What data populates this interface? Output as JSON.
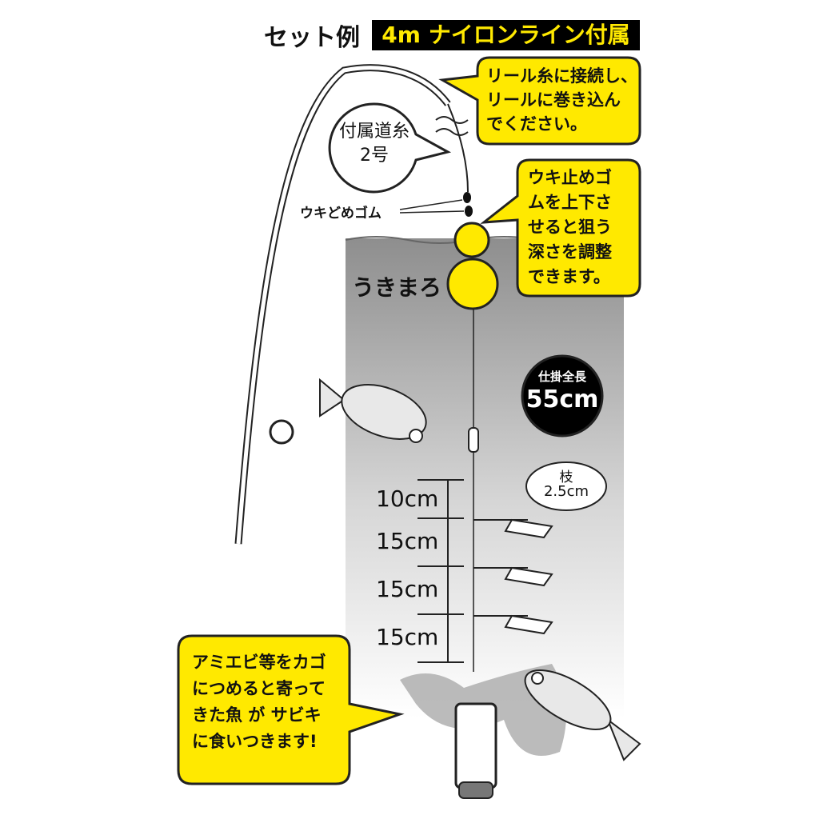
{
  "header": {
    "title": "セット例",
    "banner": "4m ナイロンライン付属"
  },
  "callouts": {
    "reel": "リール糸に接続し、\nリールに巻き込ん\nでください。",
    "line": "付属道糸\n2号",
    "stopper_label": "ウキどめゴム",
    "stopper": "ウキ止めゴ\nムを上下さ\nせると狙う\n深さを調整\nできます。",
    "float_name": "うきまろ",
    "total_title": "仕掛全長",
    "total_value": "55cm",
    "branch_title": "枝",
    "branch_value": "2.5cm",
    "bait": "アミエビ等をカゴ\nにつめると寄って\nきた魚 が サビキ\nに食いつきます!"
  },
  "measurements": [
    "10cm",
    "15cm",
    "15cm",
    "15cm"
  ],
  "colors": {
    "yellow": "#ffe900",
    "black": "#000000",
    "water": "#9a9a9a"
  }
}
